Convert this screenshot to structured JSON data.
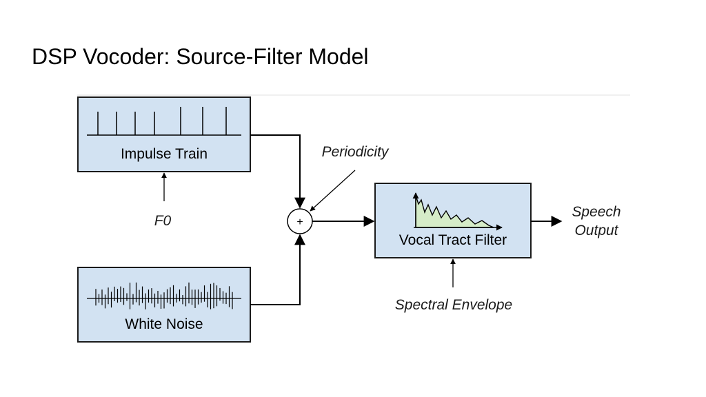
{
  "slide": {
    "title": "DSP Vocoder: Source-Filter Model"
  },
  "diagram": {
    "blocks": {
      "impulse_train": "Impulse Train",
      "white_noise": "White Noise",
      "vocal_tract_filter": "Vocal Tract Filter"
    },
    "summing_junction": "+",
    "labels": {
      "f0": "F0",
      "periodicity": "Periodicity",
      "spectral_envelope": "Spectral Envelope",
      "speech_output_line1": "Speech",
      "speech_output_line2": "Output"
    }
  },
  "colors": {
    "block_fill": "#d2e2f2",
    "spectrum_fill": "#d5ecc8",
    "line": "#000000"
  }
}
